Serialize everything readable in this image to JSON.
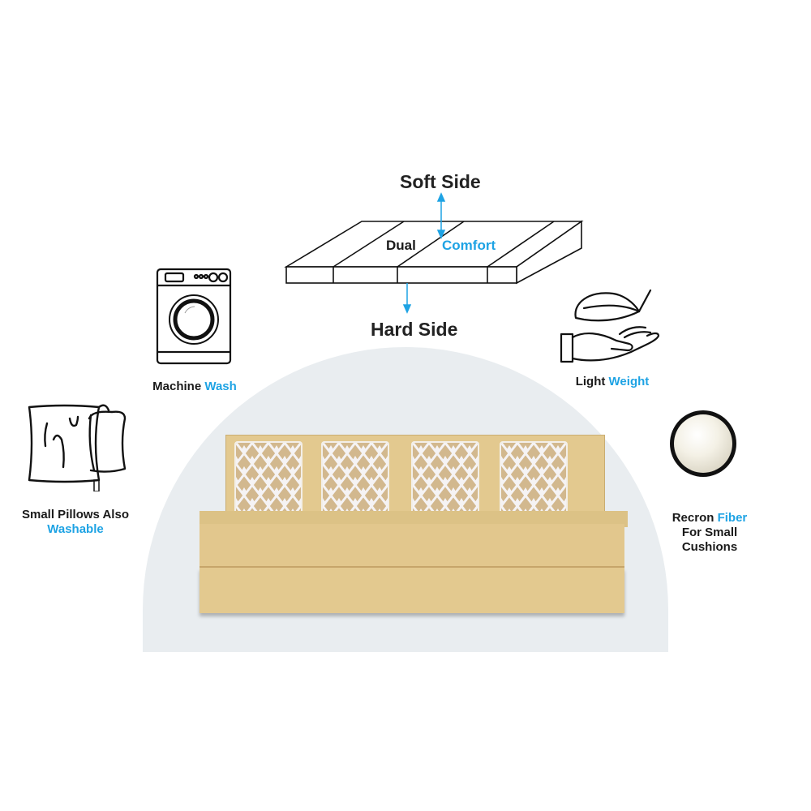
{
  "diagram": {
    "soft_side": "Soft Side",
    "hard_side": "Hard Side",
    "dual": "Dual",
    "comfort": "Comfort"
  },
  "features": {
    "machine_wash": {
      "part1": "Machine",
      "part2": "Wash",
      "icon": "washing-machine-icon"
    },
    "light_weight": {
      "part1": "Light",
      "part2": "Weight",
      "icon": "feather-hand-icon"
    },
    "pillows_washable": {
      "line1": "Small Pillows Also",
      "line2": "Washable",
      "icon": "pillow-zip-icon"
    },
    "recron_fiber": {
      "part1": "Recron",
      "part2": "Fiber",
      "line2": "For Small",
      "line3": "Cushions",
      "icon": "fiber-photo"
    }
  },
  "product": {
    "name": "sofa-cum-bed",
    "pillow_count": 4
  },
  "colors": {
    "accent_blue": "#1ea3e4",
    "text_dark": "#1a1a1a",
    "arc_bg": "#e9edf0",
    "fabric": "#e3c98f"
  }
}
